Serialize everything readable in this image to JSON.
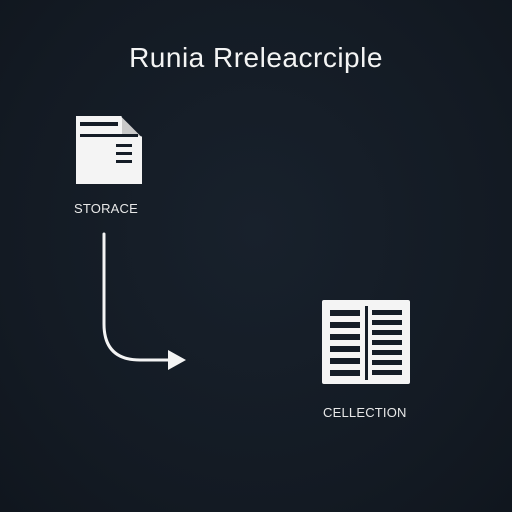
{
  "diagram": {
    "title": "Runia Rreleacrciple",
    "nodes": [
      {
        "id": "storage",
        "label": "STORACE",
        "icon": "document-icon"
      },
      {
        "id": "collection",
        "label": "CELLECTION",
        "icon": "table-icon"
      }
    ],
    "edges": [
      {
        "from": "storage",
        "to": "collection"
      }
    ],
    "colors": {
      "background": "#141c26",
      "foreground": "#f4f4f4"
    }
  }
}
